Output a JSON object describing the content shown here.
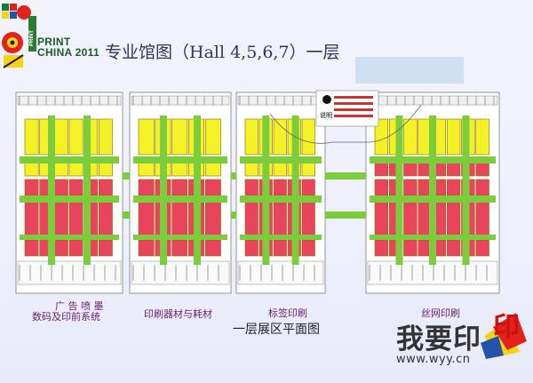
{
  "logo": {
    "badge_text": "PRINT",
    "line1": "PRINT",
    "line2": "CHINA 2011"
  },
  "slide": {
    "title": "专业馆图（Hall 4,5,6,7）一层",
    "caption": "一层展区平面图"
  },
  "floorplan": {
    "legend_label": "说明",
    "zones": [
      {
        "label": "广 告 喷 墨"
      },
      {
        "label": "数码及印前系统"
      },
      {
        "label": "印刷器材与耗材"
      },
      {
        "label": "标签印刷"
      },
      {
        "label": "丝网印刷"
      }
    ]
  },
  "watermark": {
    "chars": "我要印",
    "url": "www.wyy.cn"
  },
  "colors": {
    "booth_yellow": "#f4f227",
    "booth_red": "#e8455c",
    "aisle_green": "#7ccd3b",
    "title_text": "#333366",
    "zone_text": "#6b1b78"
  }
}
